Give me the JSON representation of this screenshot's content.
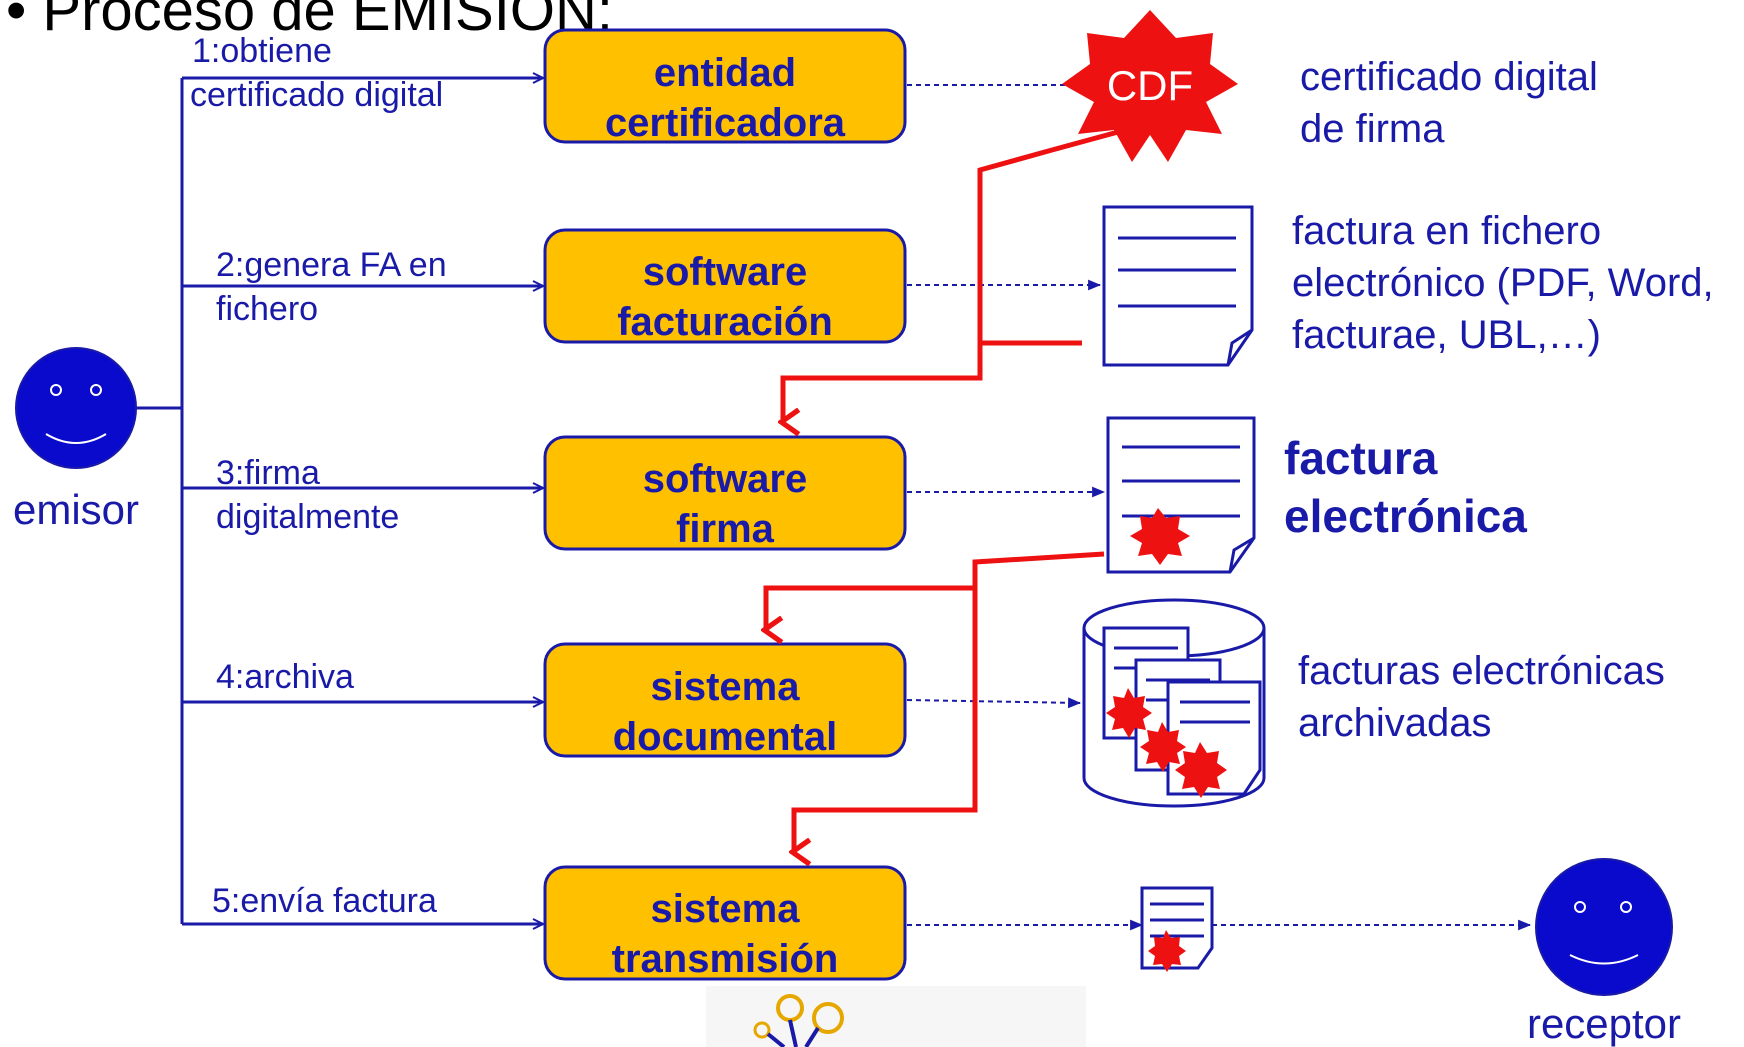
{
  "title": "• Proceso de EMISIÓN:",
  "actors": {
    "emisor": "emisor",
    "receptor": "receptor"
  },
  "steps": [
    {
      "label_lines": [
        "1:obtiene",
        "certificado digital"
      ],
      "box_lines": [
        "entidad",
        "certificadora"
      ]
    },
    {
      "label_lines": [
        "2:genera FA en",
        "fichero"
      ],
      "box_lines": [
        "software",
        "facturación"
      ]
    },
    {
      "label_lines": [
        "3:firma",
        "digitalmente"
      ],
      "box_lines": [
        "software",
        "firma"
      ]
    },
    {
      "label_lines": [
        "4:archiva"
      ],
      "box_lines": [
        "sistema",
        "documental"
      ]
    },
    {
      "label_lines": [
        "5:envía factura"
      ],
      "box_lines": [
        "sistema",
        "transmisión"
      ]
    }
  ],
  "outputs": {
    "cdf_badge": "CDF",
    "cdf_desc": [
      "certificado digital",
      "de firma"
    ],
    "file_desc": [
      "factura en fichero",
      "electrónico (PDF, Word,",
      "facturae, UBL,…)"
    ],
    "signed_desc": [
      "factura",
      "electrónica"
    ],
    "archive_desc": [
      "facturas electrónicas",
      "archivadas"
    ]
  },
  "icons": [
    "smiley-face-icon",
    "certificate-seal-icon",
    "document-icon",
    "signed-document-icon",
    "database-cylinder-icon",
    "network-logo-icon"
  ],
  "colors": {
    "primary": "#1a1aa8",
    "box_fill": "#ffc000",
    "signature_flow": "#ee1111",
    "seal": "#ee1111",
    "actor_fill": "#0a0acc"
  }
}
